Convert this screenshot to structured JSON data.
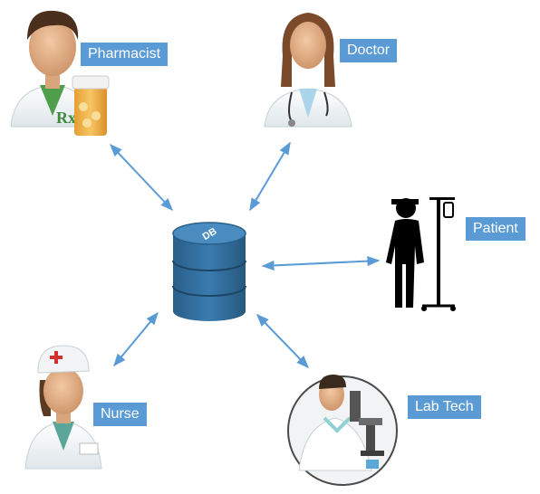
{
  "diagram": {
    "hub": {
      "label": "DB",
      "color": "#2e6a96"
    },
    "arrow_color": "#5b9bd5",
    "label_bg": "#5b9bd5",
    "label_text_color": "#ffffff",
    "roles": [
      {
        "id": "pharmacist",
        "label": "Pharmacist",
        "icon": "pharmacist-icon"
      },
      {
        "id": "doctor",
        "label": "Doctor",
        "icon": "doctor-icon"
      },
      {
        "id": "patient",
        "label": "Patient",
        "icon": "patient-iv-drip-icon"
      },
      {
        "id": "nurse",
        "label": "Nurse",
        "icon": "nurse-icon"
      },
      {
        "id": "lab-tech",
        "label": "Lab Tech",
        "icon": "lab-tech-microscope-icon"
      }
    ]
  }
}
